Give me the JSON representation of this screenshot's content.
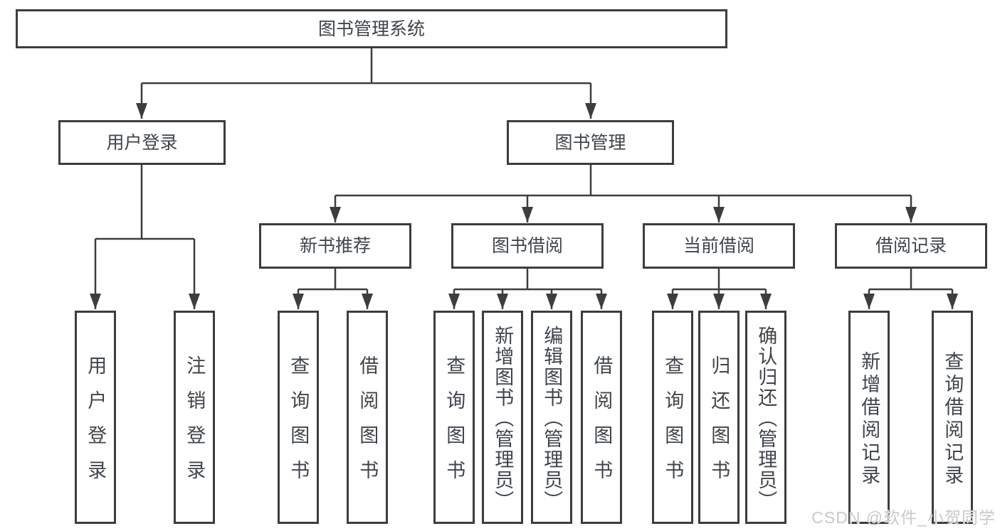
{
  "watermark": "CSDN @软件_小贺同学",
  "tree": {
    "root": {
      "label": "图书管理系统"
    },
    "branches": [
      {
        "label": "用户登录",
        "children": [
          "用户登录",
          "注销登录"
        ]
      },
      {
        "label": "图书管理",
        "modules": [
          {
            "label": "新书推荐",
            "children": [
              "查询图书",
              "借阅图书"
            ]
          },
          {
            "label": "图书借阅",
            "children": [
              "查询图书",
              "新增图书（管理员）",
              "编辑图书（管理员）",
              "借阅图书"
            ]
          },
          {
            "label": "当前借阅",
            "children": [
              "查询图书",
              "归还图书",
              "确认归还（管理员）"
            ]
          },
          {
            "label": "借阅记录",
            "children": [
              "新增借阅记录",
              "查询借阅记录"
            ]
          }
        ]
      }
    ]
  }
}
